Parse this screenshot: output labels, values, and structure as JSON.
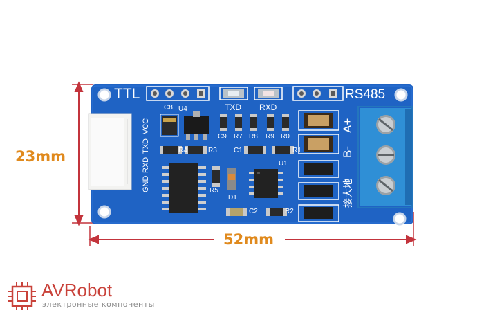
{
  "board": {
    "labels": {
      "ttl": "TTL",
      "rs485": "RS485",
      "txd_led": "TXD",
      "rxd_led": "RXD",
      "terminal_a": "A+",
      "terminal_b": "B-",
      "ground_chinese": "接大地",
      "pins": [
        "GND",
        "RXD",
        "TXD",
        "VCC"
      ],
      "components": [
        "C8",
        "U4",
        "C9",
        "R7",
        "R8",
        "R9",
        "R0",
        "R4",
        "R5",
        "R3",
        "C1",
        "R1",
        "U1",
        "D1",
        "C2",
        "R2"
      ]
    }
  },
  "dimensions": {
    "height": "23mm",
    "width": "52mm"
  },
  "brand": {
    "name": "AVRobot",
    "tagline": "электронные компоненты"
  },
  "colors": {
    "pcb": "#1f63c4",
    "terminal": "#2f8fd6",
    "dimension_line": "#c3343c",
    "dimension_text": "#e08a1e",
    "brand": "#c9423a"
  }
}
